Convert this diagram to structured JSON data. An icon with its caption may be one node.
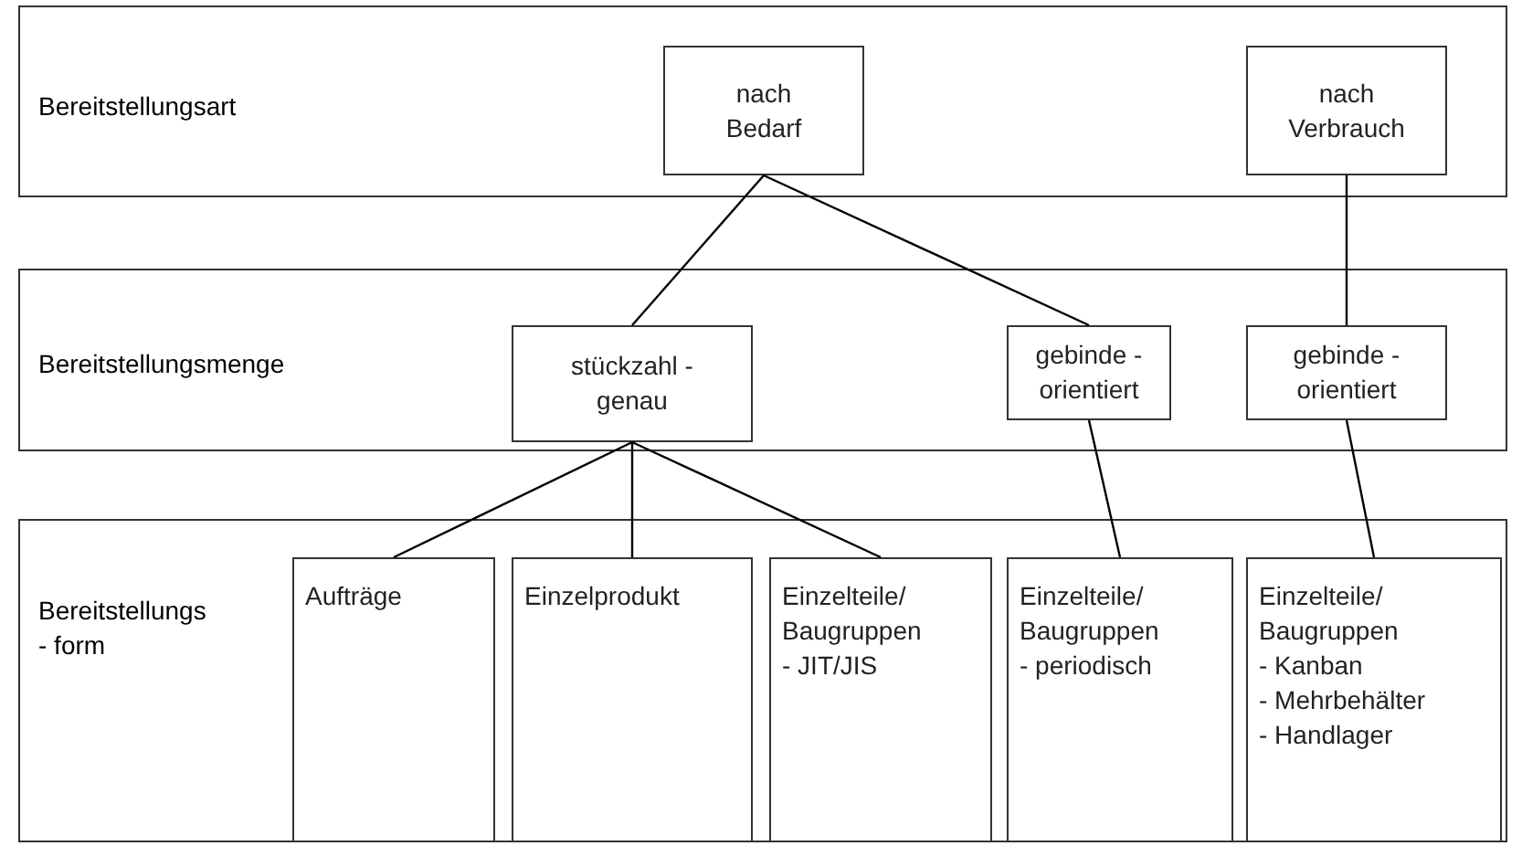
{
  "diagram": {
    "nodes": [
      {
        "text": [
          "Bereitstellungsart"
        ]
      },
      {
        "text": [
          "nach Bedarf"
        ],
        "in": 0
      },
      {
        "text": [
          "nach Verbrauch"
        ],
        "in": 0
      },
      {
        "text": [
          "Bereitstellungsmenge"
        ]
      },
      {
        "text": [
          "stückzahl - genau"
        ],
        "in": 3
      },
      {
        "text": [
          "gebinde - orientiert"
        ],
        "in": 3
      },
      {
        "text": [
          "gebinde - orientiert"
        ],
        "in": 3
      },
      {
        "text": [
          "Bereitstellungs - form"
        ]
      },
      {
        "text": [
          "Aufträge"
        ],
        "in": 7
      },
      {
        "text": [
          "Einzelprodukt"
        ],
        "in": 7
      },
      {
        "text": [
          "Einzelteile/ Baugruppen",
          "- JIT/JIS"
        ],
        "in": 7
      },
      {
        "text": [
          "Einzelteile/ Baugruppen",
          "- periodisch"
        ],
        "in": 7
      },
      {
        "text": [
          "Einzelteile/ Baugruppen",
          "- Kanban",
          "- Mehrbehälter",
          "- Handlager"
        ],
        "in": 7
      }
    ],
    "edges": [
      {
        "from": 1,
        "to": 4,
        "arrow": "none"
      },
      {
        "from": 1,
        "to": 5,
        "arrow": "none"
      },
      {
        "from": 2,
        "to": 6,
        "arrow": "none"
      },
      {
        "from": 4,
        "to": 8,
        "arrow": "none"
      },
      {
        "from": 4,
        "to": 9,
        "arrow": "none"
      },
      {
        "from": 4,
        "to": 10,
        "arrow": "none"
      },
      {
        "from": 5,
        "to": 11,
        "arrow": "none"
      },
      {
        "from": 6,
        "to": 12,
        "arrow": "none"
      }
    ]
  }
}
